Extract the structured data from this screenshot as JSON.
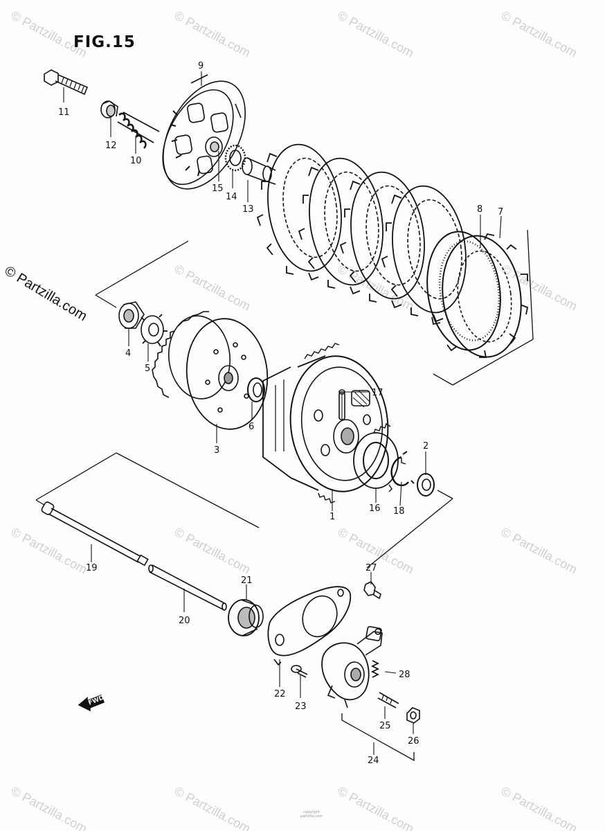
{
  "figure": {
    "title": "FIG.15"
  },
  "watermark": {
    "text": "© Partzilla.com"
  },
  "side_watermark": {
    "text": "© Partzilla.com"
  },
  "footer": {
    "line1": "copyright",
    "line2": "partzilla.com"
  },
  "fwd_badge": {
    "text": "FWD"
  },
  "callouts": {
    "p1": "1",
    "p2": "2",
    "p3": "3",
    "p4": "4",
    "p5": "5",
    "p6": "6",
    "p7": "7",
    "p8": "8",
    "p9": "9",
    "p10": "10",
    "p11": "11",
    "p12": "12",
    "p13": "13",
    "p14": "14",
    "p15": "15",
    "p16": "16",
    "p17": "17",
    "p18": "18",
    "p19": "19",
    "p20": "20",
    "p21": "21",
    "p22": "22",
    "p23": "23",
    "p24": "24",
    "p25": "25",
    "p26": "26",
    "p27": "27",
    "p28": "28"
  },
  "colors": {
    "ink": "#111111",
    "watermark": "#cfcfcf",
    "background": "#fdfdfd"
  }
}
